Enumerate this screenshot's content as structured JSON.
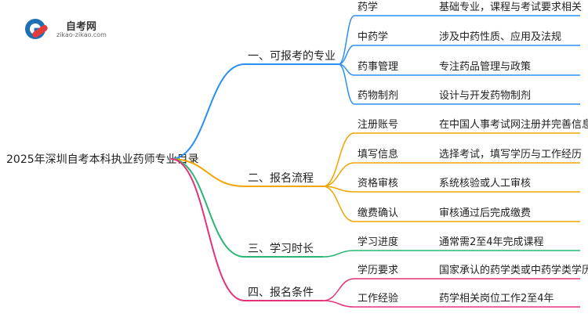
{
  "logo": {
    "title": "自考网",
    "url": "zikao-zikao.com"
  },
  "root": {
    "label": "2025年深圳自考本科执业药师专业目录"
  },
  "branches": [
    {
      "label": "一、可报考的专业",
      "color": "#2b8ff2",
      "children": [
        {
          "label": "药学",
          "desc": "基础专业，课程与考试要求相关"
        },
        {
          "label": "中药学",
          "desc": "涉及中药性质、应用及法规"
        },
        {
          "label": "药事管理",
          "desc": "专注药品管理与政策"
        },
        {
          "label": "药物制剂",
          "desc": "设计与开发药物制剂"
        }
      ]
    },
    {
      "label": "二、报名流程",
      "color": "#f0a500",
      "children": [
        {
          "label": "注册账号",
          "desc": "在中国人事考试网注册并完善信息"
        },
        {
          "label": "填写信息",
          "desc": "选择考试，填写学历与工作经历"
        },
        {
          "label": "资格审核",
          "desc": "系统核验或人工审核"
        },
        {
          "label": "缴费确认",
          "desc": "审核通过后完成缴费"
        }
      ]
    },
    {
      "label": "三、学习时长",
      "color": "#2bb673",
      "children": [
        {
          "label": "学习进度",
          "desc": "通常需2至4年完成课程"
        }
      ]
    },
    {
      "label": "四、报名条件",
      "color": "#e5317a",
      "children": [
        {
          "label": "学历要求",
          "desc": "国家承认的药学类或中药学类学历"
        },
        {
          "label": "工作经验",
          "desc": "药学相关岗位工作2至4年"
        }
      ]
    }
  ]
}
